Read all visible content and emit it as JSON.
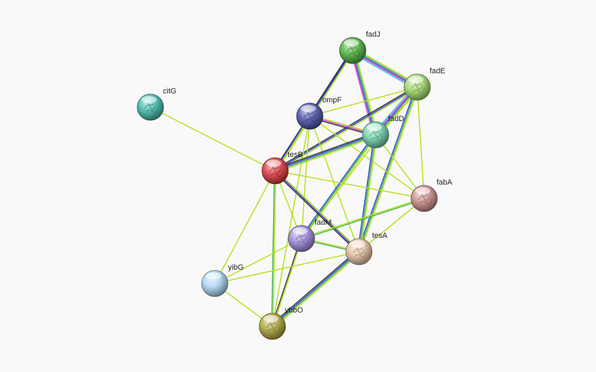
{
  "network": {
    "nodes": [
      {
        "id": "fadJ",
        "label": "fadJ",
        "color": "#4caf3c"
      },
      {
        "id": "fadE",
        "label": "fadE",
        "color": "#9fd66a"
      },
      {
        "id": "citG",
        "label": "citG",
        "color": "#3fb7a8"
      },
      {
        "id": "ompF",
        "label": "ompF",
        "color": "#4b4fa6"
      },
      {
        "id": "fadD",
        "label": "fadD",
        "color": "#6fcfaa"
      },
      {
        "id": "tesB",
        "label": "tesB",
        "color": "#d9343a"
      },
      {
        "id": "fabA",
        "label": "fabA",
        "color": "#c98a86"
      },
      {
        "id": "fadM",
        "label": "fadM",
        "color": "#9b86d8"
      },
      {
        "id": "tesA",
        "label": "tesA",
        "color": "#e2c1a2"
      },
      {
        "id": "yibG",
        "label": "yibG",
        "color": "#a9d3ef"
      },
      {
        "id": "ybbO",
        "label": "ybbO",
        "color": "#a9a23a"
      }
    ],
    "edge_colors": {
      "lime": "#b5e01e",
      "green": "#3bb34a",
      "blue": "#2f3fd6",
      "magenta": "#d43bd1",
      "cyan": "#35c8e0",
      "black": "#333333"
    },
    "edges": [
      {
        "source": "fadJ",
        "target": "fadE",
        "types": [
          "lime",
          "green",
          "blue",
          "magenta",
          "cyan"
        ]
      },
      {
        "source": "fadJ",
        "target": "fadD",
        "types": [
          "lime",
          "green",
          "blue",
          "magenta"
        ]
      },
      {
        "source": "fadJ",
        "target": "ompF",
        "types": [
          "lime",
          "blue"
        ]
      },
      {
        "source": "fadJ",
        "target": "tesB",
        "types": [
          "lime",
          "blue",
          "black"
        ]
      },
      {
        "source": "fadE",
        "target": "fadD",
        "types": [
          "lime",
          "green",
          "blue",
          "magenta",
          "cyan"
        ]
      },
      {
        "source": "fadE",
        "target": "ompF",
        "types": [
          "lime"
        ]
      },
      {
        "source": "fadE",
        "target": "tesB",
        "types": [
          "lime",
          "blue",
          "black"
        ]
      },
      {
        "source": "fadE",
        "target": "fabA",
        "types": [
          "lime"
        ]
      },
      {
        "source": "fadE",
        "target": "tesA",
        "types": [
          "lime",
          "green",
          "blue"
        ]
      },
      {
        "source": "fadE",
        "target": "fadM",
        "types": [
          "lime"
        ]
      },
      {
        "source": "ompF",
        "target": "fadD",
        "types": [
          "lime",
          "magenta",
          "black"
        ]
      },
      {
        "source": "ompF",
        "target": "tesB",
        "types": [
          "lime",
          "blue"
        ]
      },
      {
        "source": "ompF",
        "target": "fabA",
        "types": [
          "lime"
        ]
      },
      {
        "source": "ompF",
        "target": "tesA",
        "types": [
          "lime"
        ]
      },
      {
        "source": "ompF",
        "target": "fadM",
        "types": [
          "lime"
        ]
      },
      {
        "source": "ompF",
        "target": "ybbO",
        "types": [
          "lime"
        ]
      },
      {
        "source": "fadD",
        "target": "tesB",
        "types": [
          "lime",
          "green",
          "blue",
          "black"
        ]
      },
      {
        "source": "fadD",
        "target": "fabA",
        "types": [
          "lime"
        ]
      },
      {
        "source": "fadD",
        "target": "tesA",
        "types": [
          "lime",
          "green",
          "blue"
        ]
      },
      {
        "source": "fadD",
        "target": "fadM",
        "types": [
          "lime",
          "green",
          "blue"
        ]
      },
      {
        "source": "citG",
        "target": "tesB",
        "types": [
          "lime"
        ]
      },
      {
        "source": "tesB",
        "target": "fabA",
        "types": [
          "lime"
        ]
      },
      {
        "source": "tesB",
        "target": "fadM",
        "types": [
          "lime"
        ]
      },
      {
        "source": "tesB",
        "target": "tesA",
        "types": [
          "lime",
          "blue",
          "black"
        ]
      },
      {
        "source": "tesB",
        "target": "yibG",
        "types": [
          "lime"
        ]
      },
      {
        "source": "tesB",
        "target": "ybbO",
        "types": [
          "lime",
          "green"
        ]
      },
      {
        "source": "fadM",
        "target": "fabA",
        "types": [
          "lime",
          "green"
        ]
      },
      {
        "source": "fadM",
        "target": "tesA",
        "types": [
          "lime",
          "green"
        ]
      },
      {
        "source": "fadM",
        "target": "ybbO",
        "types": [
          "lime",
          "black"
        ]
      },
      {
        "source": "fadM",
        "target": "yibG",
        "types": [
          "lime"
        ]
      },
      {
        "source": "tesA",
        "target": "fabA",
        "types": [
          "lime"
        ]
      },
      {
        "source": "tesA",
        "target": "ybbO",
        "types": [
          "lime",
          "green",
          "blue",
          "black"
        ]
      },
      {
        "source": "tesA",
        "target": "yibG",
        "types": [
          "lime"
        ]
      },
      {
        "source": "yibG",
        "target": "ybbO",
        "types": [
          "lime"
        ]
      }
    ]
  }
}
